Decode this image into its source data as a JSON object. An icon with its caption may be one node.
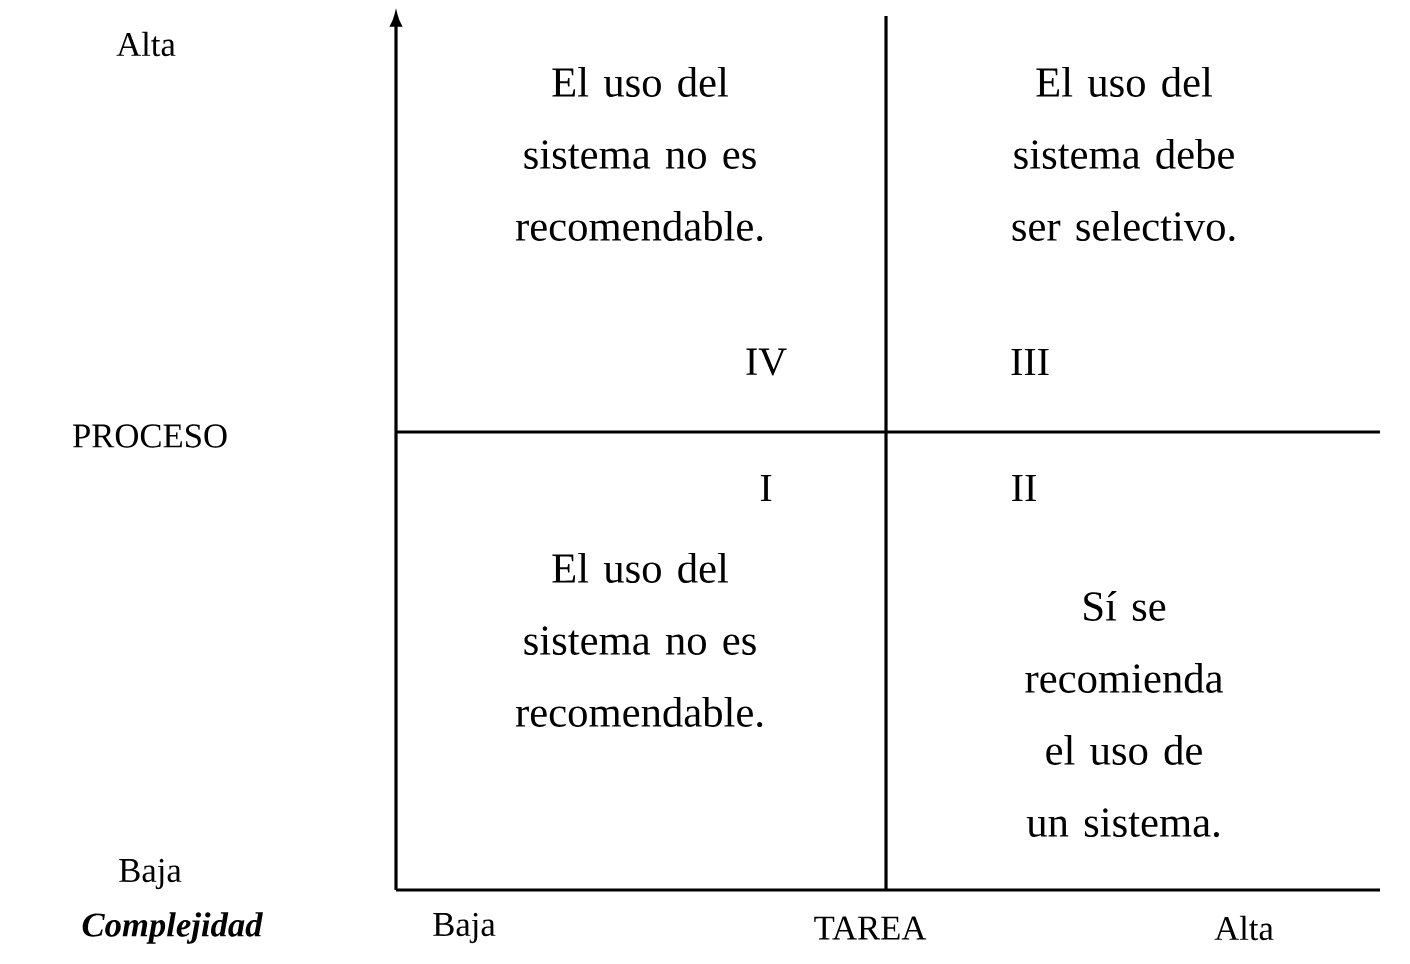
{
  "diagram": {
    "nodes": [
      {
        "text": [
          "El uso del sistema no es recomendable.",
          "IV"
        ]
      },
      {
        "text": [
          "El uso del sistema debe ser selectivo.",
          "III"
        ]
      },
      {
        "text": [
          "I",
          "El uso del sistema no es recomendable."
        ]
      },
      {
        "text": [
          "II",
          "Sí se recomienda el uso de un sistema."
        ]
      }
    ],
    "labels": [
      "Alta",
      "PROCESO",
      "Baja",
      "Complejidad",
      "Baja",
      "TAREA",
      "Alta"
    ]
  }
}
